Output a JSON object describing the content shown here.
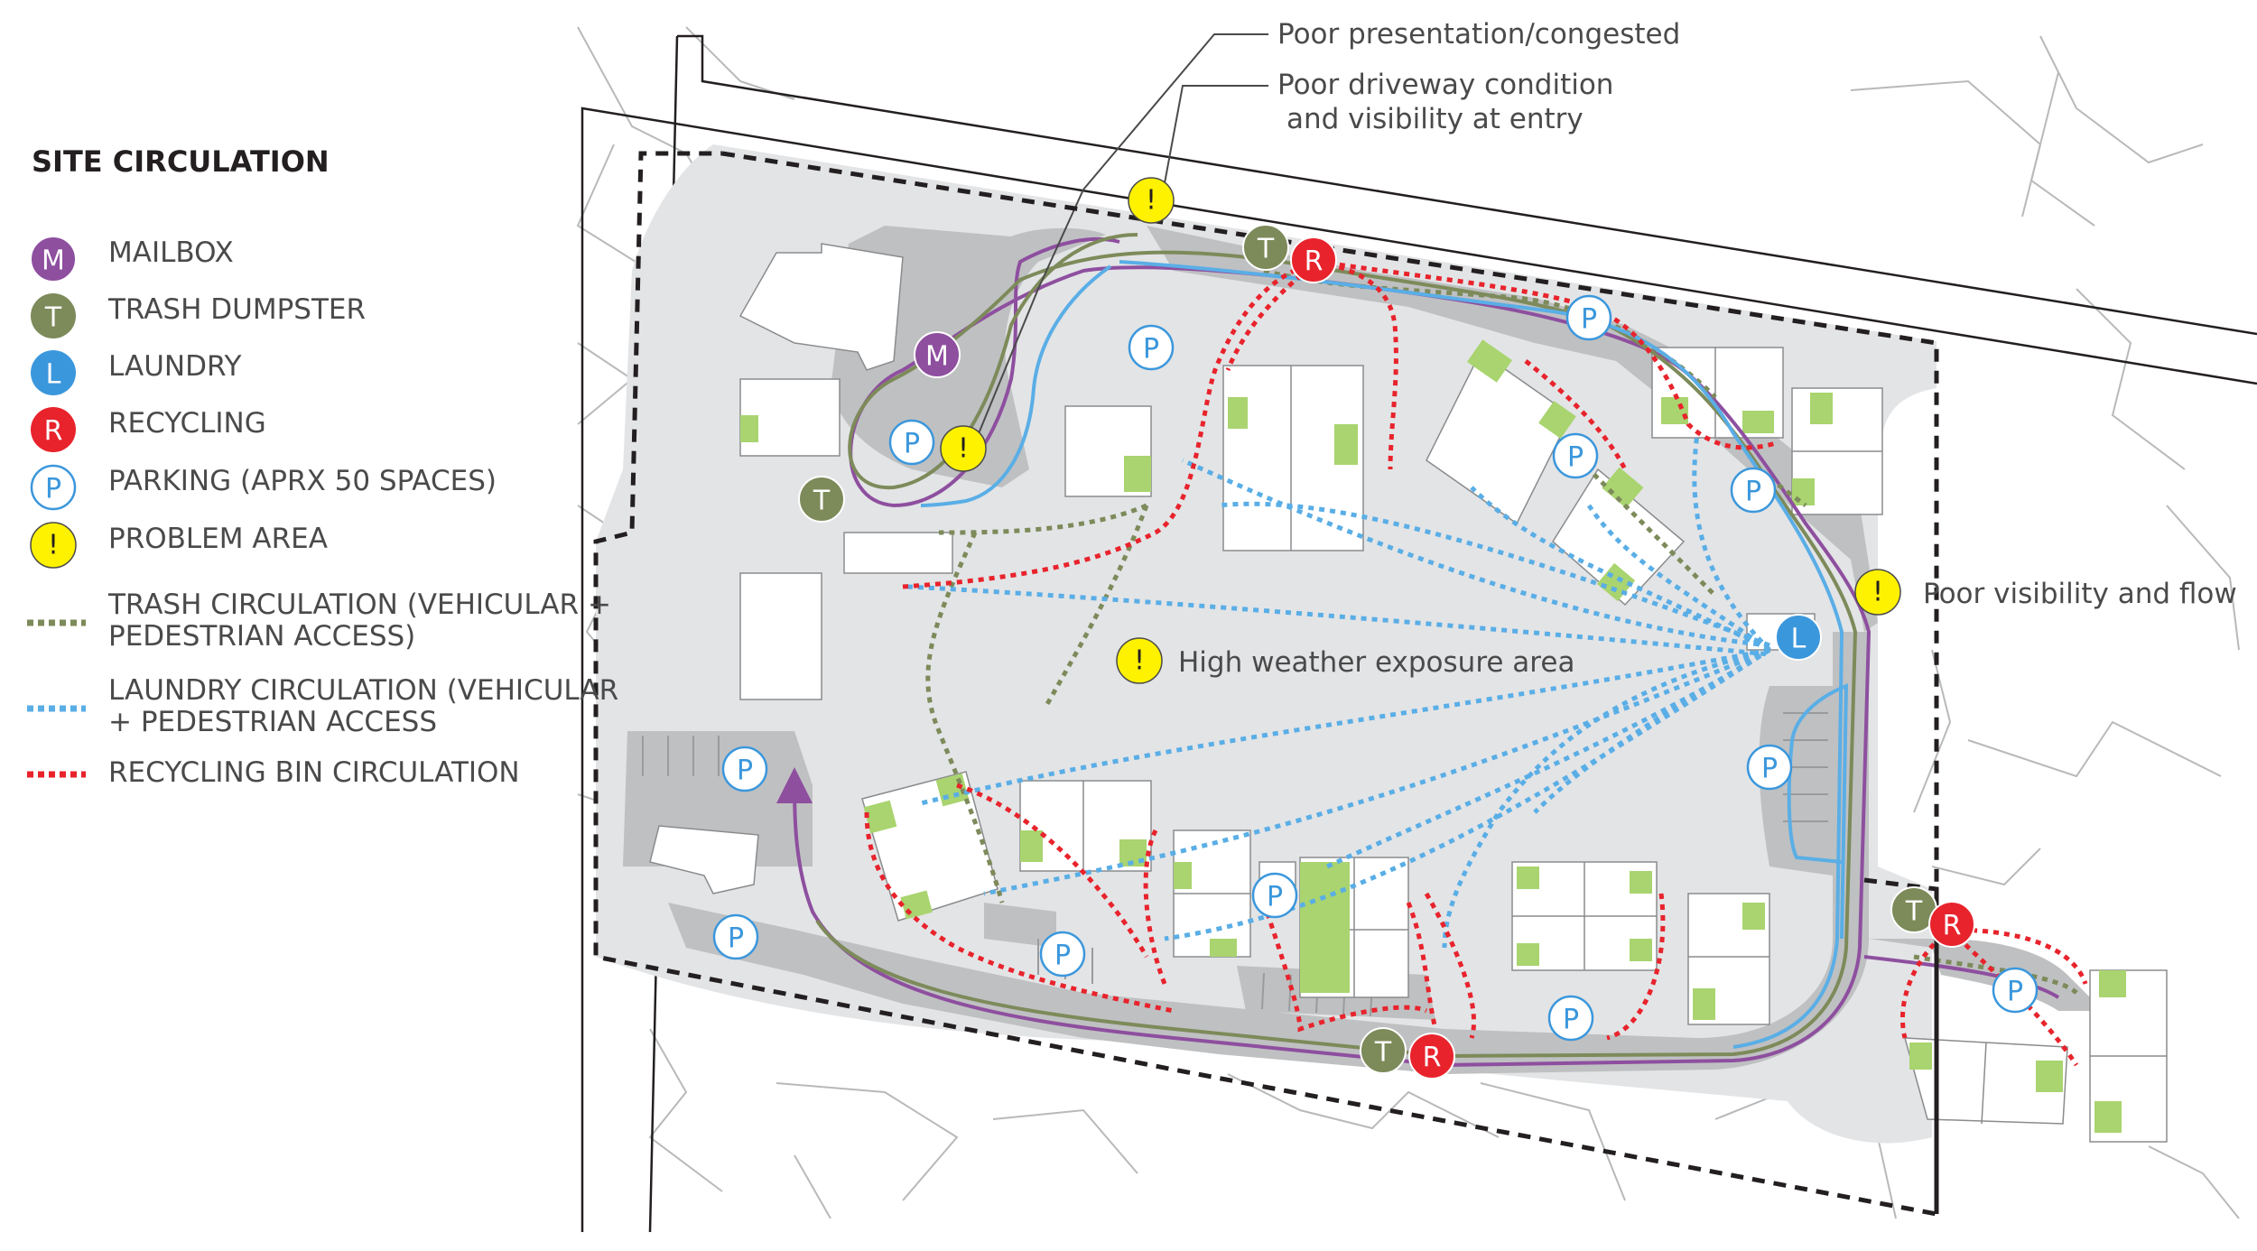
{
  "legend": {
    "title": "SITE CIRCULATION",
    "items": [
      {
        "letter": "M",
        "label": "MAILBOX",
        "color": "#8e4f9f"
      },
      {
        "letter": "T",
        "label": "TRASH DUMPSTER",
        "color": "#7d8a5a"
      },
      {
        "letter": "L",
        "label": "LAUNDRY",
        "color": "#3b97dc"
      },
      {
        "letter": "R",
        "label": "RECYCLING",
        "color": "#e8232c"
      },
      {
        "letter": "P",
        "label": "PARKING (APRX 50 SPACES)",
        "color": "#ffffff"
      },
      {
        "letter": "!",
        "label": "PROBLEM AREA",
        "color": "#fff200"
      }
    ],
    "lines": [
      {
        "label_1": "TRASH CIRCULATION (VEHICULAR +",
        "label_2": "PEDESTRIAN ACCESS)",
        "color": "#7d8a5a"
      },
      {
        "label_1": "LAUNDRY CIRCULATION (VEHICULAR",
        "label_2": "+ PEDESTRIAN ACCESS",
        "color": "#5aaee6"
      },
      {
        "label_1": "RECYCLING BIN CIRCULATION",
        "label_2": "",
        "color": "#e8232c"
      }
    ]
  },
  "annotations": {
    "poor_presentation": "Poor presentation/congested",
    "poor_driveway_1": "Poor driveway condition",
    "poor_driveway_2": "and visibility at entry",
    "poor_visibility": "Poor visibility and flow",
    "high_weather": "High weather exposure area"
  },
  "marker_letters": {
    "mailbox": "M",
    "trash": "T",
    "laundry": "L",
    "recycling": "R",
    "parking": "P",
    "problem": "!"
  },
  "colors": {
    "site_fill": "#e3e4e6",
    "drive_fill": "#bfc0c2",
    "building_fill": "#ffffff",
    "building_accent": "#a9d46f",
    "boundary": "#231f20",
    "mail_route": "#8e4f9f",
    "trash_route": "#7d8a5a",
    "laundry_route": "#5aaee6",
    "recycling_route": "#e8232c"
  }
}
